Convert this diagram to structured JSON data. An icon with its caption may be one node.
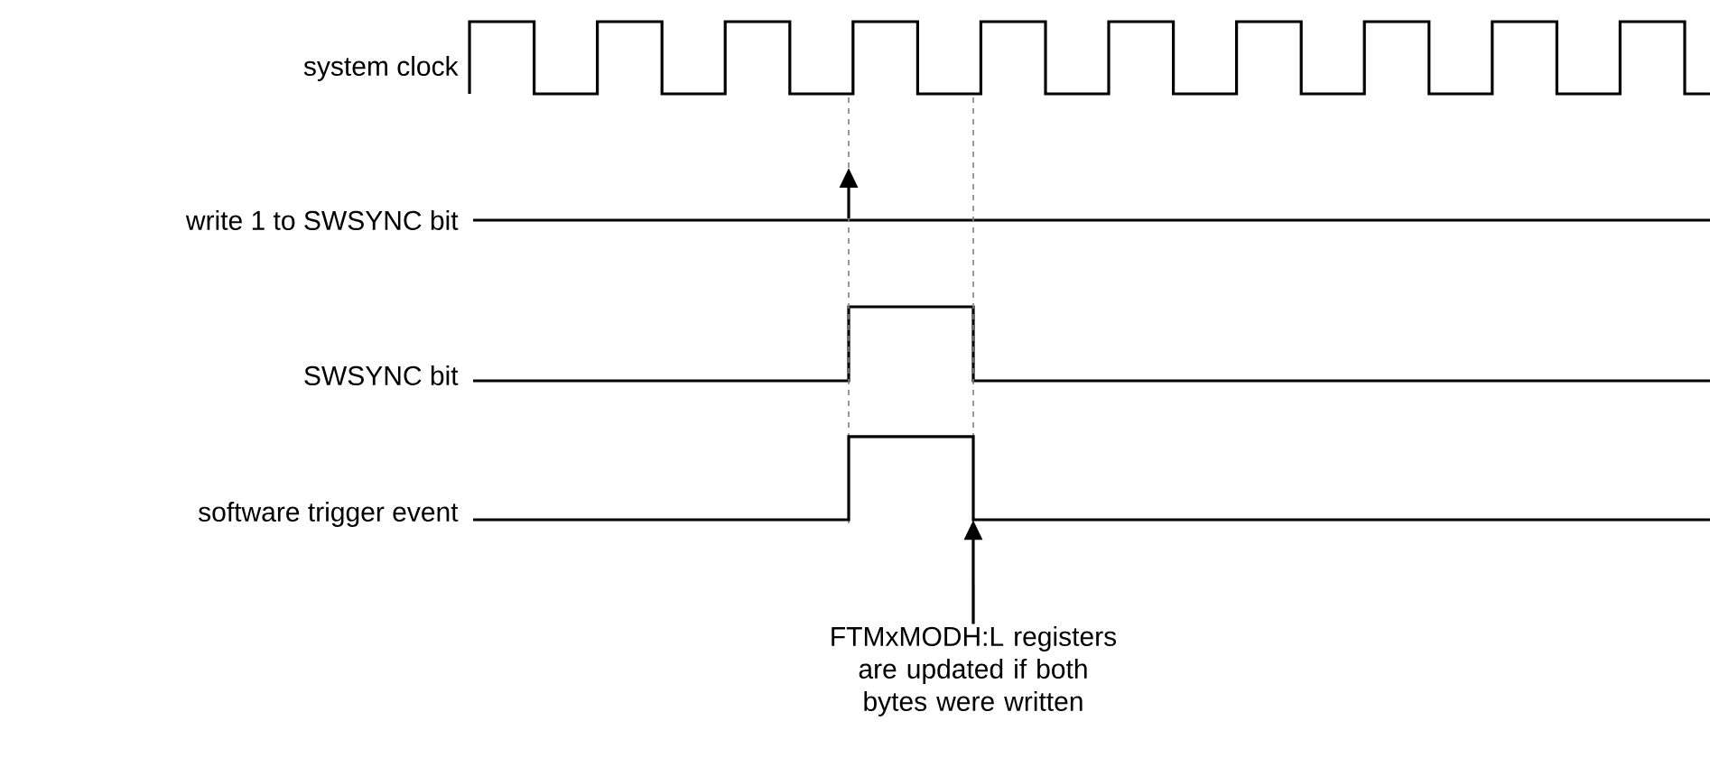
{
  "diagram": {
    "nodes": [
      {
        "text": [],
        "shape": "line"
      },
      {
        "text": [
          "FTMxMODH:L registers are updated if both bytes were written"
        ]
      }
    ],
    "edges": [
      {
        "from": 1,
        "to": 0,
        "arrow": "to"
      }
    ],
    "labels": [
      "system clock",
      "write 1 to SWSYNC bit",
      "SWSYNC bit",
      "software trigger event"
    ]
  }
}
